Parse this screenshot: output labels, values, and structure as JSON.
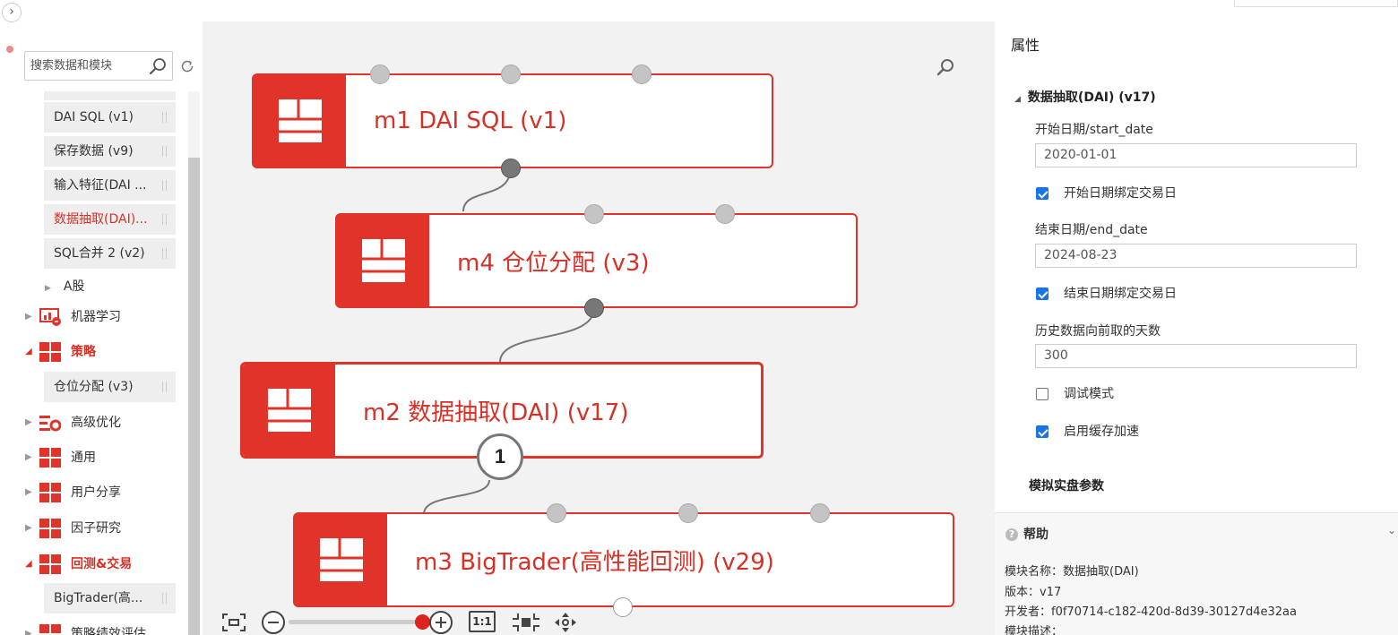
{
  "sidebar": {
    "search_placeholder": "搜索数据和模块",
    "modules_top": [
      {
        "label": "DAI SQL (v1)"
      },
      {
        "label": "保存数据 (v9)"
      },
      {
        "label": "输入特征(DAI ..."
      },
      {
        "label": "数据抽取(DAI)...",
        "active": true
      },
      {
        "label": "SQL合并 2 (v2)"
      }
    ],
    "sub_category": "A股",
    "categories": [
      {
        "label": "机器学习",
        "open": false
      },
      {
        "label": "策略",
        "open": true
      },
      {
        "label": "高级优化",
        "open": false
      },
      {
        "label": "通用",
        "open": false
      },
      {
        "label": "用户分享",
        "open": false
      },
      {
        "label": "因子研究",
        "open": false
      },
      {
        "label": "回测&交易",
        "open": true
      },
      {
        "label": "策略绩效评估",
        "open": false
      }
    ],
    "strategy_module": "仓位分配 (v3)",
    "backtest_module": "BigTrader(高..."
  },
  "canvas": {
    "nodes": [
      {
        "id": "m1",
        "title": "m1 DAI SQL (v1)"
      },
      {
        "id": "m4",
        "title": "m4 仓位分配 (v3)"
      },
      {
        "id": "m2",
        "title": "m2 数据抽取(DAI) (v17)"
      },
      {
        "id": "m3",
        "title": "m3 BigTrader(高性能回测) (v29)"
      }
    ],
    "badge": "1",
    "zoom_level": 0.83,
    "toolbar": {
      "ratio_label": "1:1"
    }
  },
  "panel": {
    "title": "属性",
    "group": "数据抽取(DAI) (v17)",
    "start_date_label": "开始日期/start_date",
    "start_date_value": "2020-01-01",
    "start_bind_label": "开始日期绑定交易日",
    "start_bind_checked": true,
    "end_date_label": "结束日期/end_date",
    "end_date_value": "2024-08-23",
    "end_bind_label": "结束日期绑定交易日",
    "end_bind_checked": true,
    "history_days_label": "历史数据向前取的天数",
    "history_days_value": "300",
    "debug_label": "调试模式",
    "debug_checked": false,
    "cache_label": "启用缓存加速",
    "cache_checked": true,
    "section2": "模拟实盘参数",
    "help": {
      "title": "帮助",
      "name_line": "模块名称：数据抽取(DAI)",
      "version_line": "版本：v17",
      "developer_line": "开发者：f0f70714-c182-420d-8d39-30127d4e32aa",
      "desc_line": "模块描述："
    }
  },
  "colors": {
    "accent": "#e0332a",
    "link_active": "#d93025",
    "checkbox": "#1a73e8"
  }
}
